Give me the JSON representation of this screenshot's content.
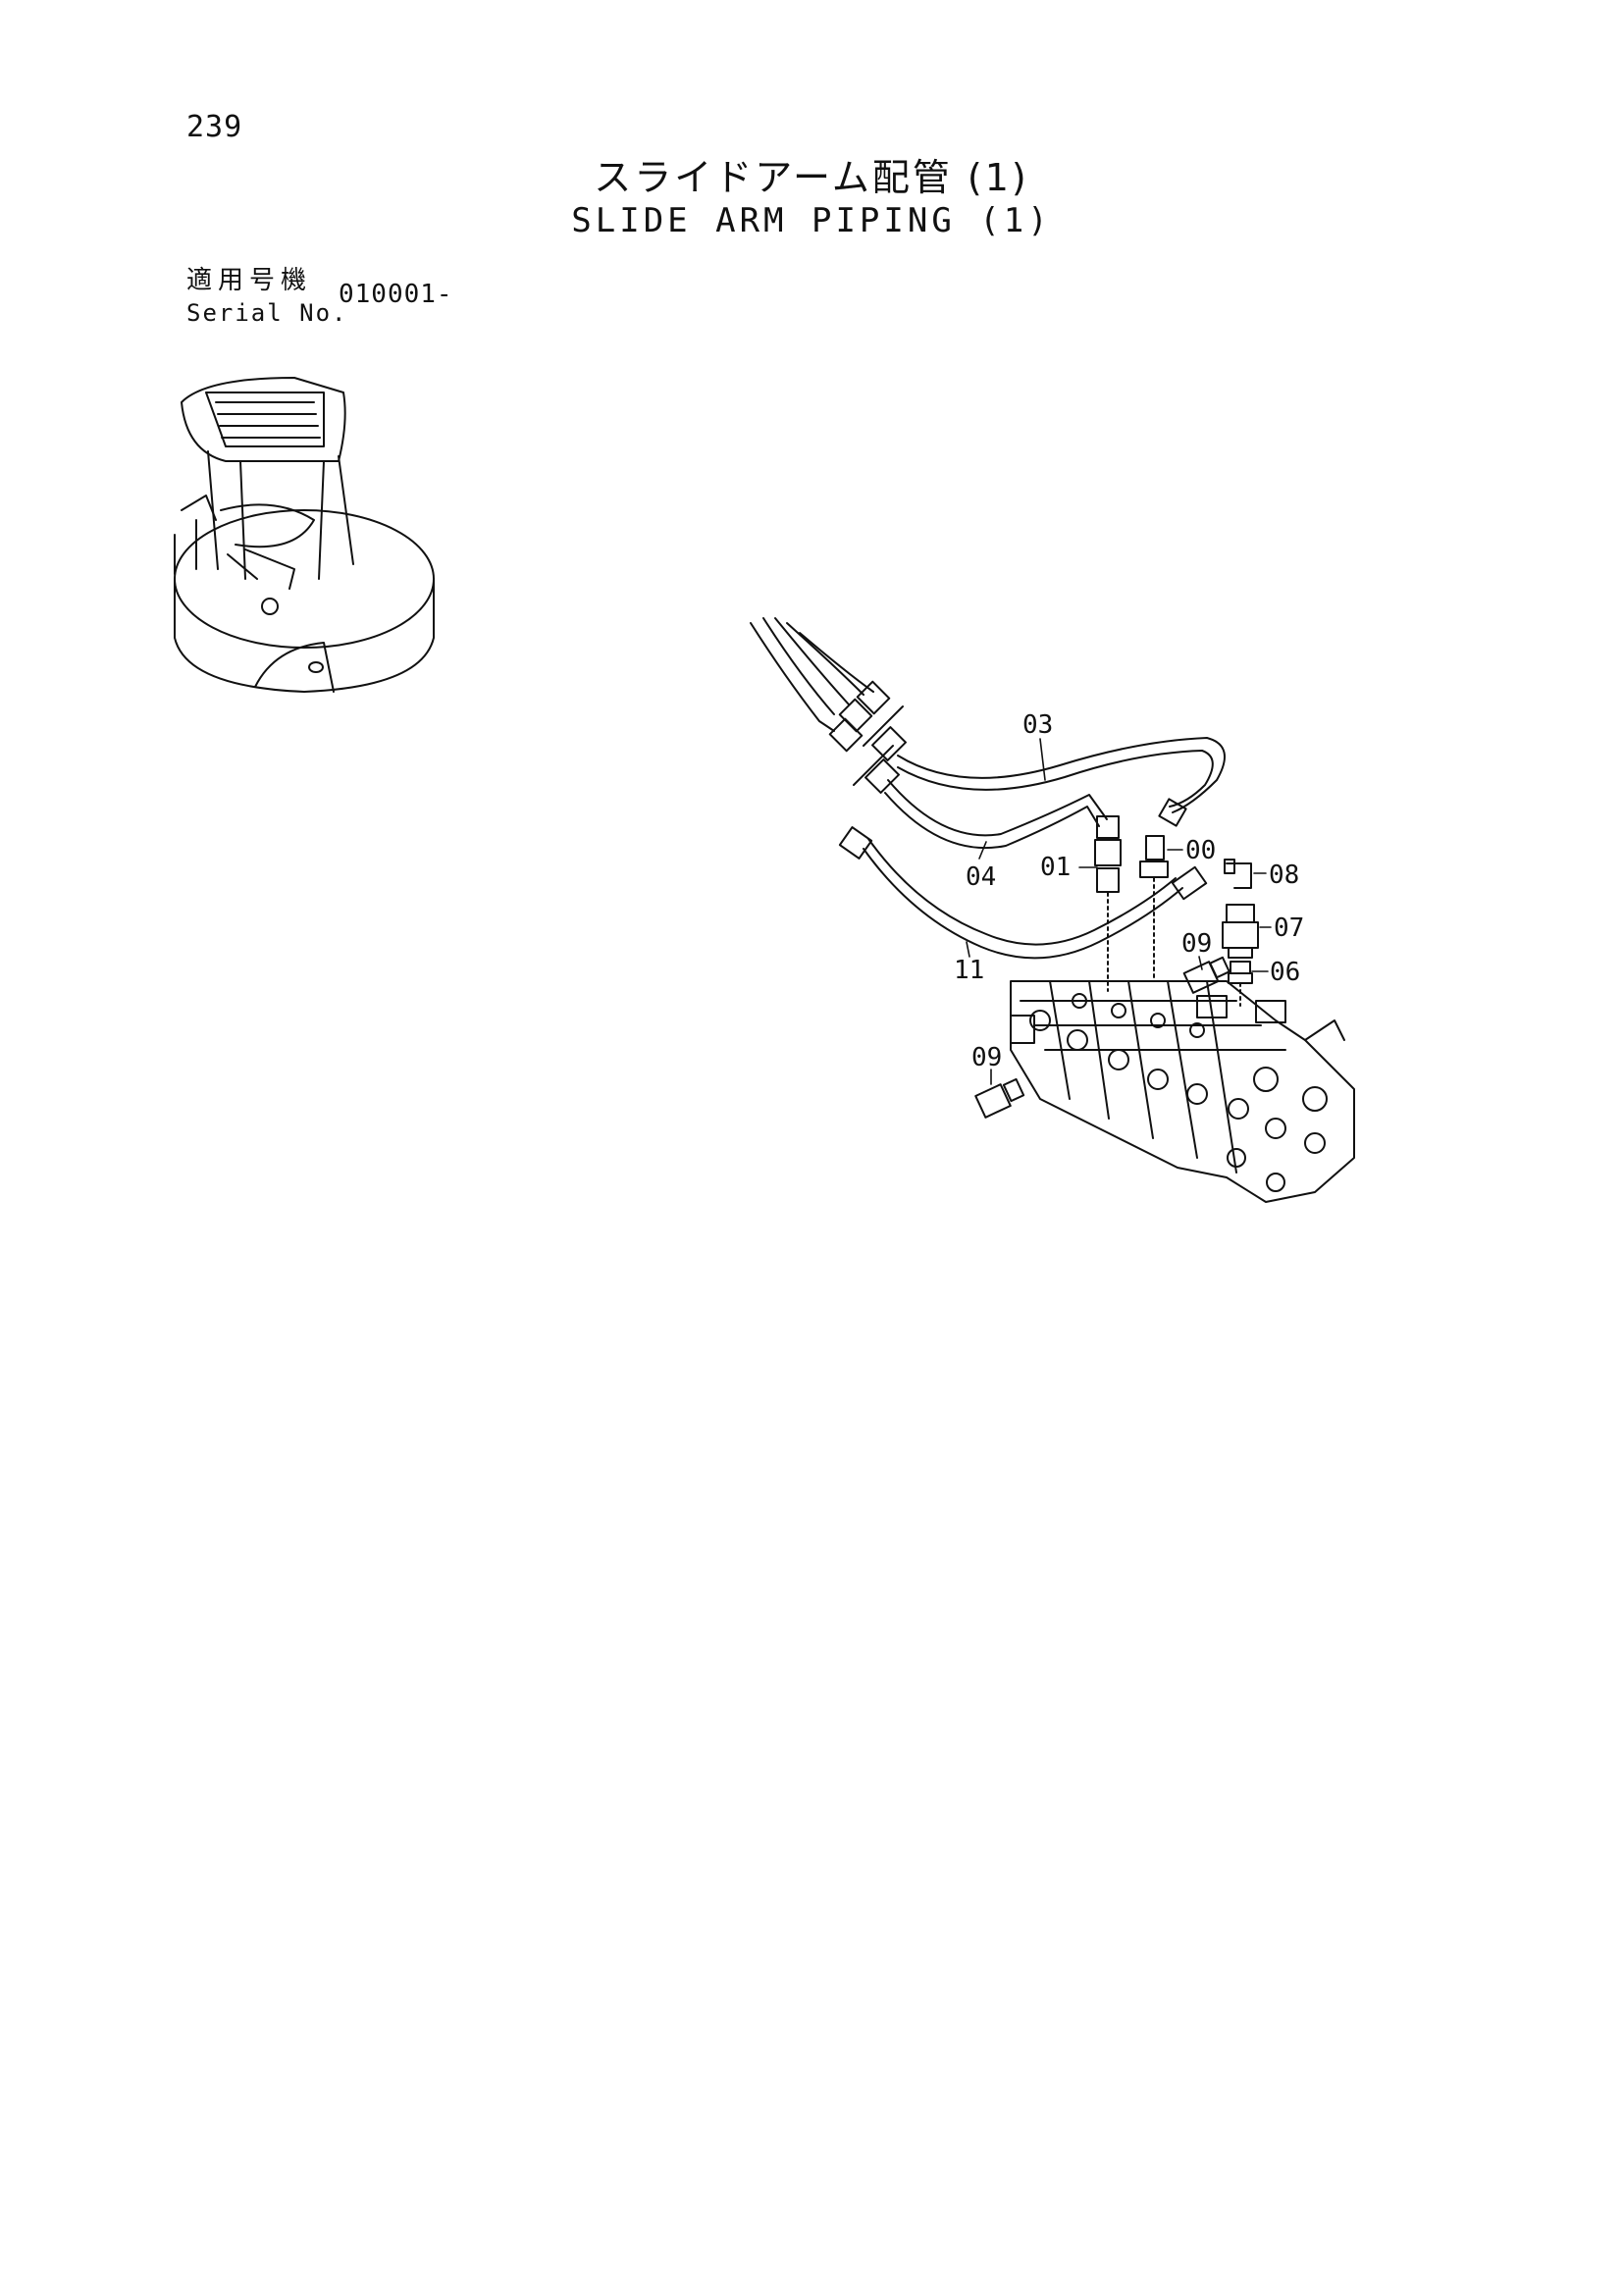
{
  "header": {
    "page_number": "239",
    "title_jp": "スライドアーム配管 (1)",
    "title_en": "SLIDE ARM PIPING (1)"
  },
  "serial": {
    "label_jp": "適用号機",
    "label_en": "Serial No.",
    "value": "010001-"
  },
  "callouts": {
    "c03": "03",
    "c04": "04",
    "c01": "01",
    "c00": "00",
    "c08": "08",
    "c07": "07",
    "c09a": "09",
    "c06": "06",
    "c11": "11",
    "c09b": "09"
  },
  "colors": {
    "ink": "#111111",
    "paper": "#ffffff"
  }
}
